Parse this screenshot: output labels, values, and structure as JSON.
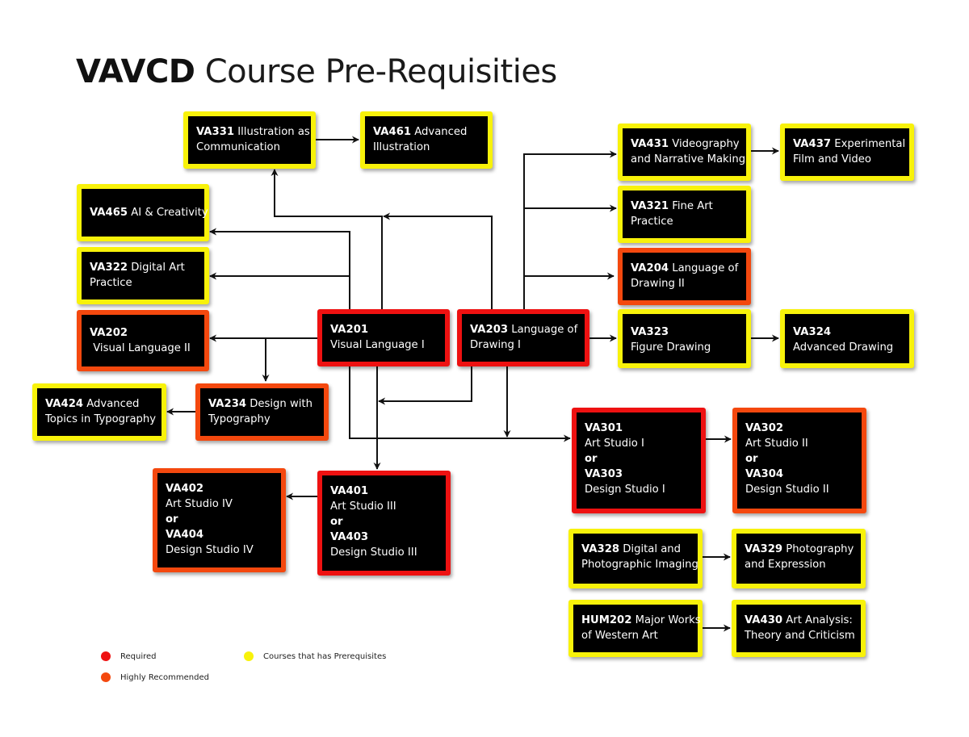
{
  "title": {
    "bold": "VAVCD",
    "rest": " Course Pre-Requisities"
  },
  "colors": {
    "required": "#ee1111",
    "highly_recommended": "#f4480e",
    "has_prerequisites": "#f8f20a",
    "box_fill": "#000000",
    "arrow": "#111111"
  },
  "courses": {
    "va331": {
      "code": "VA331",
      "name": "Illustration as",
      "name2": "Communication",
      "status": "has_prerequisites"
    },
    "va461": {
      "code": "VA461",
      "name": "Advanced",
      "name2": "Illustration",
      "status": "has_prerequisites"
    },
    "va431": {
      "code": "VA431",
      "name": "Videography",
      "name2": "and Narrative Making",
      "status": "has_prerequisites"
    },
    "va437": {
      "code": "VA437",
      "name": " Experimental",
      "name2": "Film and Video",
      "status": "has_prerequisites"
    },
    "va465": {
      "code": "VA465",
      "name": "AI & Creativity",
      "status": "has_prerequisites"
    },
    "va321": {
      "code": "VA321",
      "name": "Fine Art",
      "name2": "Practice",
      "status": "has_prerequisites"
    },
    "va322": {
      "code": "VA322",
      "name": "Digital Art",
      "name2": "Practice",
      "status": "has_prerequisites"
    },
    "va204": {
      "code": "VA204",
      "name": "Language of",
      "name2": "Drawing II",
      "status": "highly_recommended"
    },
    "va202": {
      "code": "VA202",
      "name2": " Visual Language II",
      "status": "highly_recommended"
    },
    "va201": {
      "code": "VA201",
      "name2": "Visual Language I",
      "status": "required"
    },
    "va203": {
      "code": "VA203",
      "name": "Language of",
      "name2": "Drawing I",
      "status": "required"
    },
    "va323": {
      "code": "VA323",
      "name2": "Figure Drawing",
      "status": "has_prerequisites"
    },
    "va324": {
      "code": "VA324",
      "name2": "Advanced Drawing",
      "status": "has_prerequisites"
    },
    "va424": {
      "code": "VA424",
      "name": "Advanced",
      "name2": "Topics in Typography",
      "status": "has_prerequisites"
    },
    "va234": {
      "code": "VA234",
      "name": "Design with",
      "name2": "Typography",
      "status": "highly_recommended"
    },
    "va301": {
      "code": "VA301",
      "name": "Art Studio I",
      "or": "or",
      "code2": "VA303",
      "name2": "Design Studio I",
      "status": "required"
    },
    "va302": {
      "code": "VA302",
      "name": "Art Studio II",
      "or": "or",
      "code2": "VA304",
      "name2": "Design Studio II",
      "status": "highly_recommended"
    },
    "va402": {
      "code": "VA402",
      "name": "Art Studio IV",
      "or": "or",
      "code2": "VA404",
      "name2": "Design Studio IV",
      "status": "highly_recommended"
    },
    "va401": {
      "code": "VA401",
      "name": "Art Studio III",
      "or": "or",
      "code2": "VA403",
      "name2": "Design Studio III",
      "status": "required"
    },
    "va328": {
      "code": "VA328",
      "name": "Digital and",
      "name2": "Photographic Imaging",
      "status": "has_prerequisites"
    },
    "va329": {
      "code": "VA329",
      "name": "Photography",
      "name2": "and Expression",
      "status": "has_prerequisites"
    },
    "hum202": {
      "code": "HUM202",
      "name": "Major Works",
      "name2": "of Western Art",
      "status": "has_prerequisites"
    },
    "va430": {
      "code": "VA430",
      "name": "Art Analysis:",
      "name2": "Theory and Criticism",
      "status": "has_prerequisites"
    }
  },
  "edges": [
    [
      "VA331",
      "VA461"
    ],
    [
      "VA431",
      "VA437"
    ],
    [
      "VA323",
      "VA324"
    ],
    [
      "VA201",
      "VA465"
    ],
    [
      "VA201",
      "VA322"
    ],
    [
      "VA201",
      "VA202"
    ],
    [
      "VA201",
      "VA234"
    ],
    [
      "VA201",
      "VA331"
    ],
    [
      "VA203",
      "VA331"
    ],
    [
      "VA203",
      "VA431"
    ],
    [
      "VA203",
      "VA321"
    ],
    [
      "VA203",
      "VA204"
    ],
    [
      "VA203",
      "VA323"
    ],
    [
      "VA234",
      "VA424"
    ],
    [
      "VA201",
      "VA301"
    ],
    [
      "VA203",
      "VA301"
    ],
    [
      "VA201",
      "VA401"
    ],
    [
      "VA203",
      "VA401"
    ],
    [
      "VA401",
      "VA402"
    ],
    [
      "VA301",
      "VA302"
    ],
    [
      "VA328",
      "VA329"
    ],
    [
      "HUM202",
      "VA430"
    ]
  ],
  "legend": [
    {
      "label": "Required",
      "color": "#ee1111"
    },
    {
      "label": "Courses that has Prerequisites",
      "color": "#f8f20a"
    },
    {
      "label": "Highly Recommended",
      "color": "#f4480e"
    }
  ]
}
